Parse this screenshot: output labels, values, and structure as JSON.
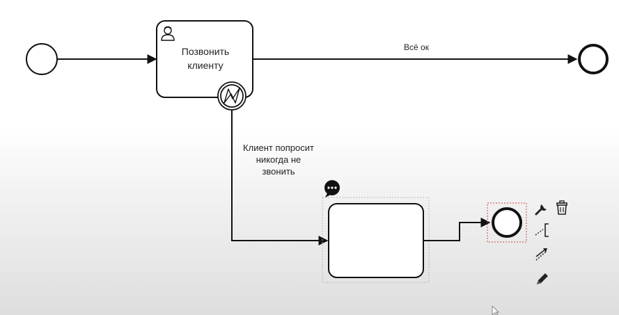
{
  "diagram": {
    "task_call": {
      "label_line1": "Позвонить",
      "label_line2": "клиенту"
    },
    "flow_ok": {
      "label": "Всё ок"
    },
    "boundary_flow": {
      "label_line1": "Клиент попросит",
      "label_line2": "никогда не",
      "label_line3": "звонить"
    }
  },
  "context_pad": {
    "icons": [
      "wrench-icon",
      "trash-icon",
      "text-annotation-icon",
      "connect-arrow-icon",
      "pencil-icon"
    ]
  },
  "colors": {
    "stroke": "#111111",
    "selection": "#cc4444"
  }
}
